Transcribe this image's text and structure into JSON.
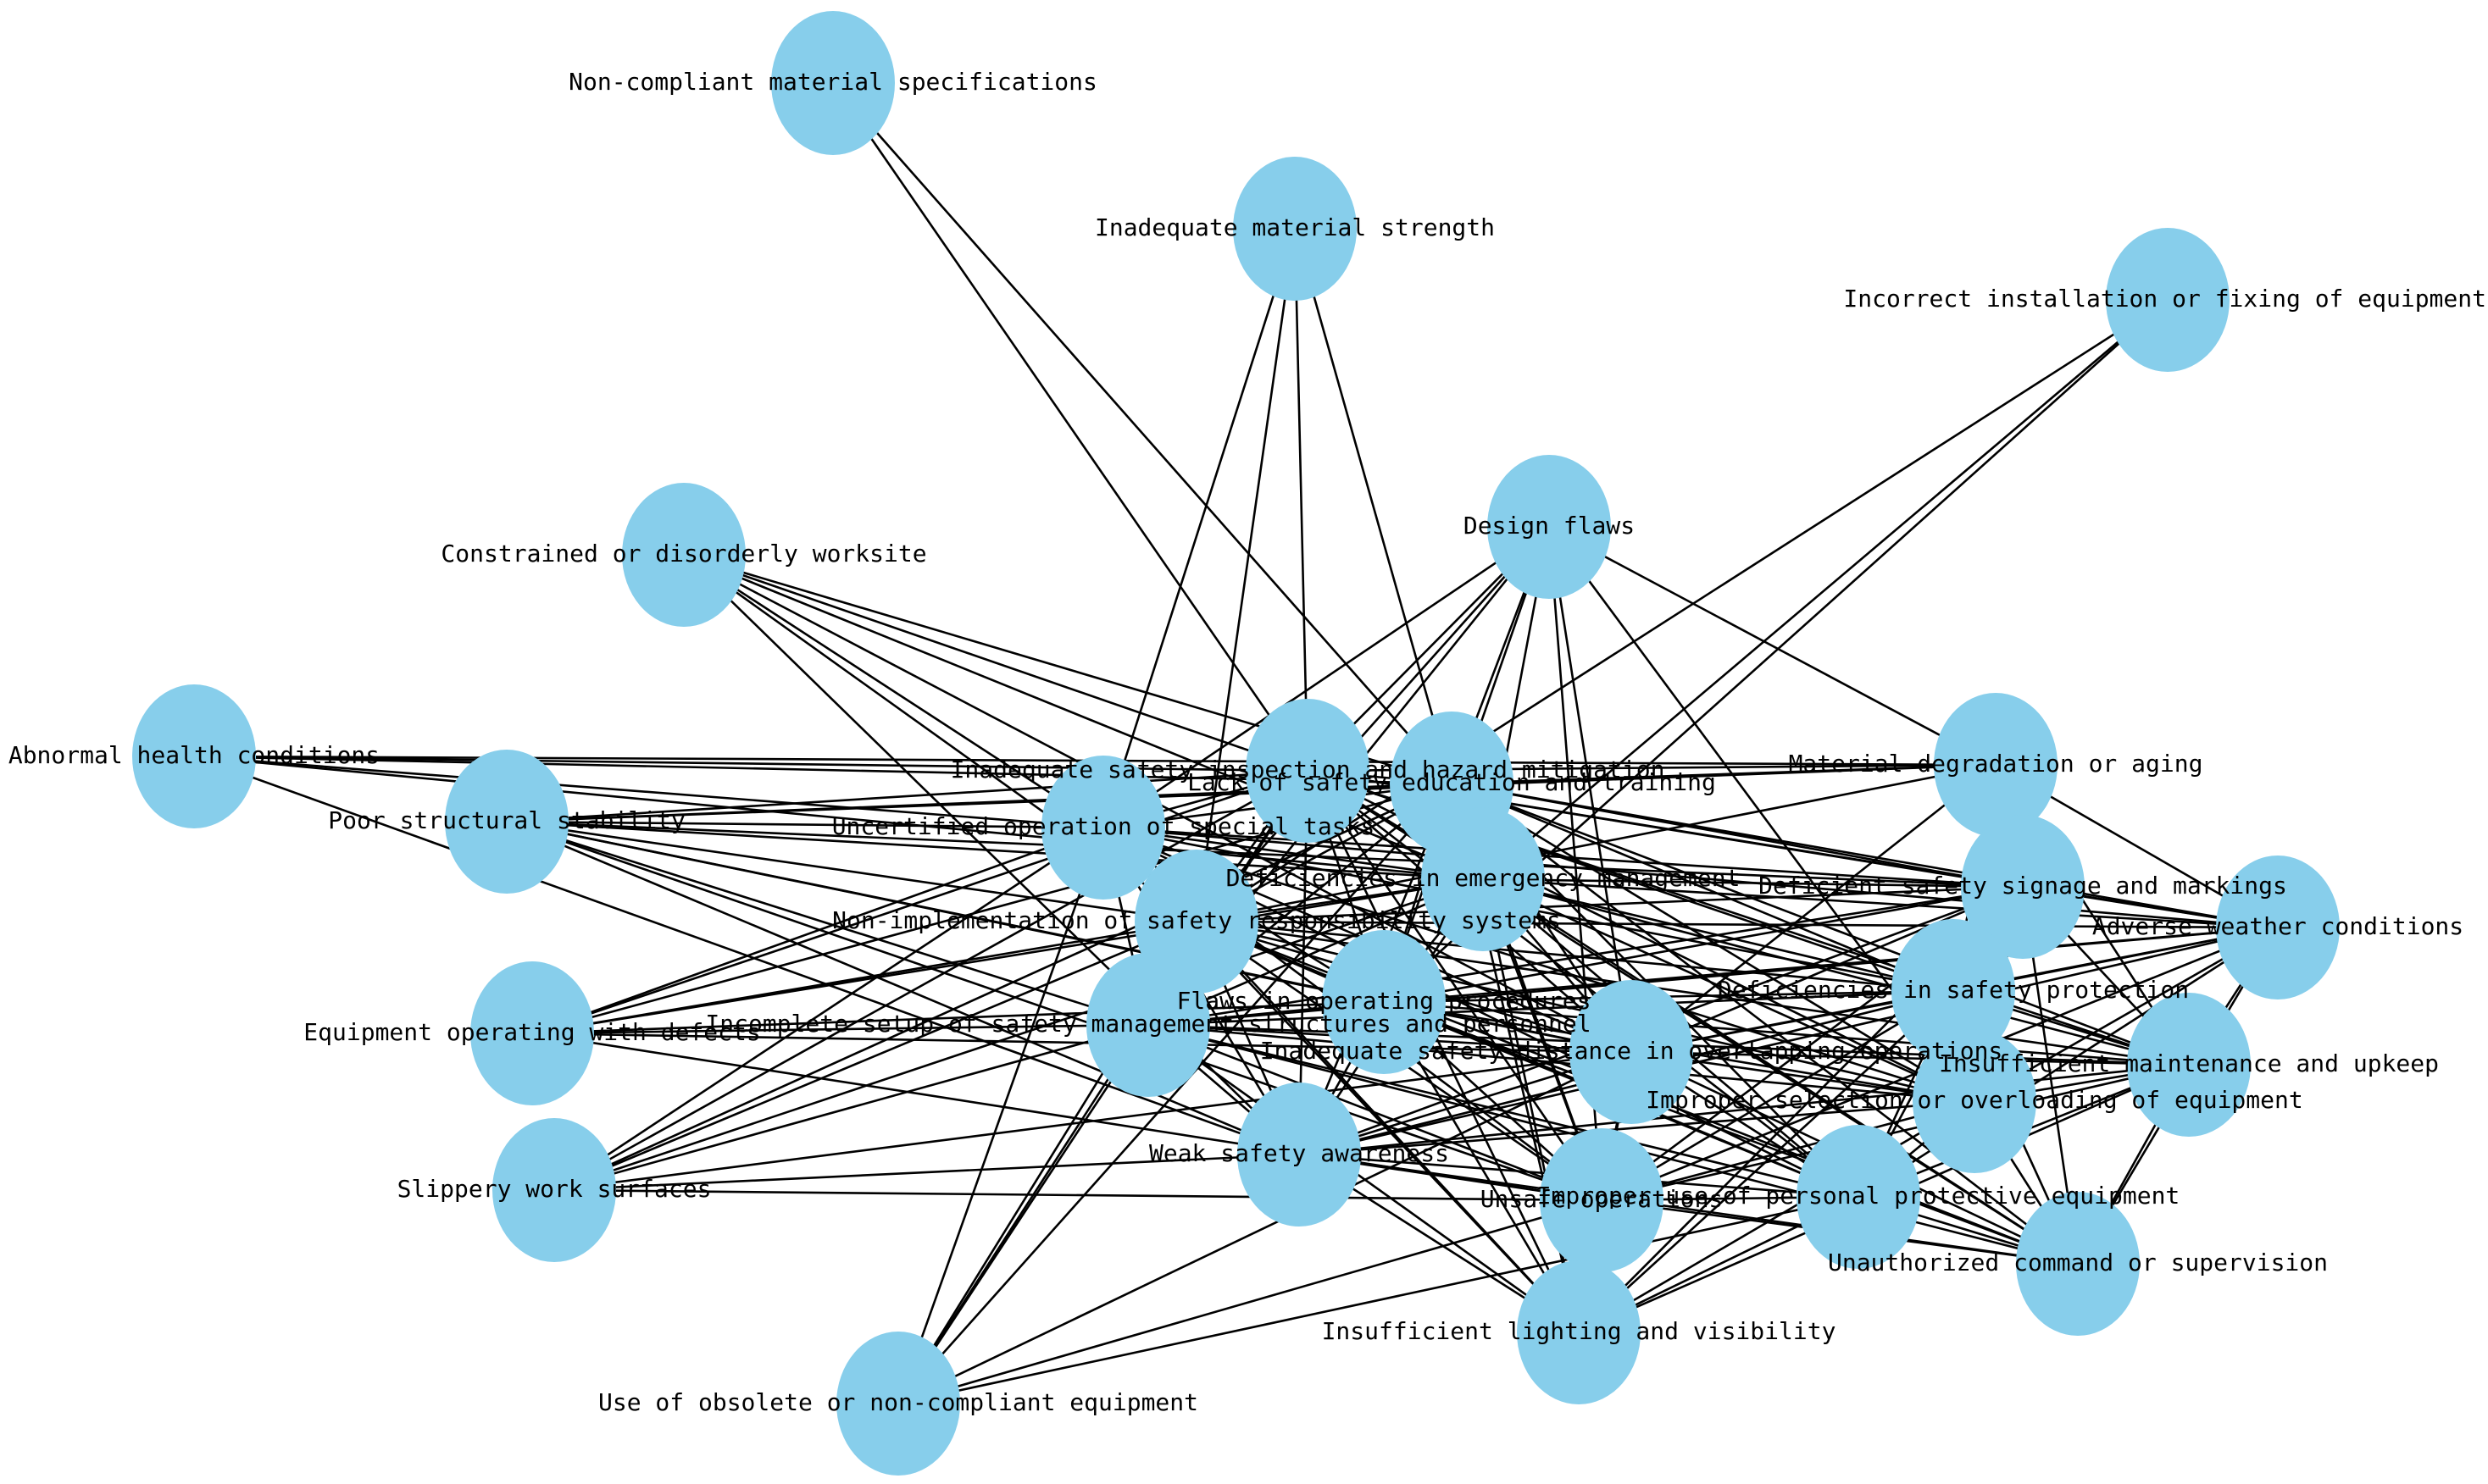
{
  "node_color": "#87ceeb",
  "edge_color": "#000000",
  "nodes": [
    {
      "id": "n1",
      "label": "Non-compliant material specifications"
    },
    {
      "id": "n2",
      "label": "Inadequate material strength"
    },
    {
      "id": "n3",
      "label": "Incorrect installation or fixing of equipment"
    },
    {
      "id": "n4",
      "label": "Design flaws"
    },
    {
      "id": "n5",
      "label": "Constrained or disorderly worksite"
    },
    {
      "id": "n6",
      "label": "Abnormal health conditions"
    },
    {
      "id": "n7",
      "label": "Poor structural stability"
    },
    {
      "id": "n8",
      "label": "Inadequate safety inspection and hazard mitigation"
    },
    {
      "id": "n9",
      "label": "Lack of safety education and training"
    },
    {
      "id": "n10",
      "label": "Material degradation or aging"
    },
    {
      "id": "n11",
      "label": "Uncertified operation of special tasks"
    },
    {
      "id": "n12",
      "label": "Deficiencies in emergency management"
    },
    {
      "id": "n13",
      "label": "Deficient safety signage and markings"
    },
    {
      "id": "n14",
      "label": "Adverse weather conditions"
    },
    {
      "id": "n15",
      "label": "Non-implementation of safety responsibility systems"
    },
    {
      "id": "n16",
      "label": "Flaws in operating procedures"
    },
    {
      "id": "n17",
      "label": "Deficiencies in safety protection"
    },
    {
      "id": "n18",
      "label": "Equipment operating with defects"
    },
    {
      "id": "n19",
      "label": "Incomplete setup of safety management structures and personnel"
    },
    {
      "id": "n20",
      "label": "Inadequate safety distance in overlapping operations"
    },
    {
      "id": "n21",
      "label": "Insufficient maintenance and upkeep"
    },
    {
      "id": "n22",
      "label": "Improper selection or overloading of equipment"
    },
    {
      "id": "n23",
      "label": "Weak safety awareness"
    },
    {
      "id": "n24",
      "label": "Slippery work surfaces"
    },
    {
      "id": "n25",
      "label": "Unsafe operations"
    },
    {
      "id": "n26",
      "label": "Improper use of personal protective equipment"
    },
    {
      "id": "n27",
      "label": "Unauthorized command or supervision"
    },
    {
      "id": "n28",
      "label": "Insufficient lighting and visibility"
    },
    {
      "id": "n29",
      "label": "Use of obsolete or non-compliant equipment"
    }
  ],
  "edges": [
    [
      "n1",
      "n8"
    ],
    [
      "n1",
      "n9"
    ],
    [
      "n2",
      "n8"
    ],
    [
      "n2",
      "n9"
    ],
    [
      "n2",
      "n11"
    ],
    [
      "n2",
      "n15"
    ],
    [
      "n3",
      "n15"
    ],
    [
      "n3",
      "n16"
    ],
    [
      "n3",
      "n12"
    ],
    [
      "n4",
      "n8"
    ],
    [
      "n4",
      "n9"
    ],
    [
      "n4",
      "n11"
    ],
    [
      "n4",
      "n12"
    ],
    [
      "n4",
      "n15"
    ],
    [
      "n4",
      "n16"
    ],
    [
      "n4",
      "n19"
    ],
    [
      "n4",
      "n20"
    ],
    [
      "n4",
      "n25"
    ],
    [
      "n4",
      "n22"
    ],
    [
      "n4",
      "n10"
    ],
    [
      "n5",
      "n8"
    ],
    [
      "n5",
      "n9"
    ],
    [
      "n5",
      "n11"
    ],
    [
      "n5",
      "n12"
    ],
    [
      "n5",
      "n15"
    ],
    [
      "n5",
      "n23"
    ],
    [
      "n5",
      "n20"
    ],
    [
      "n6",
      "n8"
    ],
    [
      "n6",
      "n9"
    ],
    [
      "n6",
      "n11"
    ],
    [
      "n6",
      "n12"
    ],
    [
      "n6",
      "n23"
    ],
    [
      "n6",
      "n10"
    ],
    [
      "n7",
      "n8"
    ],
    [
      "n7",
      "n9"
    ],
    [
      "n7",
      "n11"
    ],
    [
      "n7",
      "n12"
    ],
    [
      "n7",
      "n15"
    ],
    [
      "n7",
      "n16"
    ],
    [
      "n7",
      "n19"
    ],
    [
      "n7",
      "n20"
    ],
    [
      "n7",
      "n23"
    ],
    [
      "n7",
      "n25"
    ],
    [
      "n7",
      "n10"
    ],
    [
      "n7",
      "n13"
    ],
    [
      "n18",
      "n8"
    ],
    [
      "n18",
      "n9"
    ],
    [
      "n18",
      "n11"
    ],
    [
      "n18",
      "n12"
    ],
    [
      "n18",
      "n15"
    ],
    [
      "n18",
      "n16"
    ],
    [
      "n18",
      "n19"
    ],
    [
      "n18",
      "n20"
    ],
    [
      "n18",
      "n25"
    ],
    [
      "n24",
      "n8"
    ],
    [
      "n24",
      "n9"
    ],
    [
      "n24",
      "n11"
    ],
    [
      "n24",
      "n12"
    ],
    [
      "n24",
      "n15"
    ],
    [
      "n24",
      "n19"
    ],
    [
      "n24",
      "n20"
    ],
    [
      "n24",
      "n25"
    ],
    [
      "n24",
      "n23"
    ],
    [
      "n29",
      "n8"
    ],
    [
      "n29",
      "n9"
    ],
    [
      "n29",
      "n11"
    ],
    [
      "n29",
      "n15"
    ],
    [
      "n29",
      "n19"
    ],
    [
      "n29",
      "n20"
    ],
    [
      "n29",
      "n25"
    ],
    [
      "n29",
      "n26"
    ],
    [
      "n8",
      "n9"
    ],
    [
      "n8",
      "n11"
    ],
    [
      "n8",
      "n12"
    ],
    [
      "n8",
      "n15"
    ],
    [
      "n8",
      "n16"
    ],
    [
      "n8",
      "n19"
    ],
    [
      "n8",
      "n20"
    ],
    [
      "n8",
      "n23"
    ],
    [
      "n8",
      "n25"
    ],
    [
      "n8",
      "n26"
    ],
    [
      "n8",
      "n28"
    ],
    [
      "n8",
      "n10"
    ],
    [
      "n8",
      "n13"
    ],
    [
      "n8",
      "n14"
    ],
    [
      "n8",
      "n17"
    ],
    [
      "n8",
      "n21"
    ],
    [
      "n8",
      "n22"
    ],
    [
      "n8",
      "n27"
    ],
    [
      "n9",
      "n11"
    ],
    [
      "n9",
      "n12"
    ],
    [
      "n9",
      "n15"
    ],
    [
      "n9",
      "n16"
    ],
    [
      "n9",
      "n19"
    ],
    [
      "n9",
      "n20"
    ],
    [
      "n9",
      "n23"
    ],
    [
      "n9",
      "n25"
    ],
    [
      "n9",
      "n26"
    ],
    [
      "n9",
      "n28"
    ],
    [
      "n9",
      "n10"
    ],
    [
      "n9",
      "n13"
    ],
    [
      "n9",
      "n14"
    ],
    [
      "n9",
      "n17"
    ],
    [
      "n9",
      "n21"
    ],
    [
      "n9",
      "n22"
    ],
    [
      "n9",
      "n27"
    ],
    [
      "n11",
      "n12"
    ],
    [
      "n11",
      "n15"
    ],
    [
      "n11",
      "n16"
    ],
    [
      "n11",
      "n19"
    ],
    [
      "n11",
      "n20"
    ],
    [
      "n11",
      "n23"
    ],
    [
      "n11",
      "n25"
    ],
    [
      "n11",
      "n26"
    ],
    [
      "n11",
      "n28"
    ],
    [
      "n11",
      "n13"
    ],
    [
      "n11",
      "n17"
    ],
    [
      "n11",
      "n22"
    ],
    [
      "n11",
      "n14"
    ],
    [
      "n12",
      "n15"
    ],
    [
      "n12",
      "n16"
    ],
    [
      "n12",
      "n19"
    ],
    [
      "n12",
      "n20"
    ],
    [
      "n12",
      "n23"
    ],
    [
      "n12",
      "n25"
    ],
    [
      "n12",
      "n26"
    ],
    [
      "n12",
      "n28"
    ],
    [
      "n12",
      "n13"
    ],
    [
      "n12",
      "n14"
    ],
    [
      "n12",
      "n17"
    ],
    [
      "n12",
      "n21"
    ],
    [
      "n12",
      "n22"
    ],
    [
      "n12",
      "n27"
    ],
    [
      "n15",
      "n16"
    ],
    [
      "n15",
      "n19"
    ],
    [
      "n15",
      "n20"
    ],
    [
      "n15",
      "n23"
    ],
    [
      "n15",
      "n25"
    ],
    [
      "n15",
      "n26"
    ],
    [
      "n15",
      "n28"
    ],
    [
      "n15",
      "n13"
    ],
    [
      "n15",
      "n14"
    ],
    [
      "n15",
      "n17"
    ],
    [
      "n15",
      "n21"
    ],
    [
      "n15",
      "n22"
    ],
    [
      "n15",
      "n27"
    ],
    [
      "n15",
      "n10"
    ],
    [
      "n16",
      "n19"
    ],
    [
      "n16",
      "n20"
    ],
    [
      "n16",
      "n23"
    ],
    [
      "n16",
      "n25"
    ],
    [
      "n16",
      "n26"
    ],
    [
      "n16",
      "n28"
    ],
    [
      "n16",
      "n13"
    ],
    [
      "n16",
      "n17"
    ],
    [
      "n16",
      "n21"
    ],
    [
      "n16",
      "n22"
    ],
    [
      "n16",
      "n27"
    ],
    [
      "n16",
      "n14"
    ],
    [
      "n19",
      "n20"
    ],
    [
      "n19",
      "n23"
    ],
    [
      "n19",
      "n25"
    ],
    [
      "n19",
      "n26"
    ],
    [
      "n19",
      "n28"
    ],
    [
      "n19",
      "n13"
    ],
    [
      "n19",
      "n14"
    ],
    [
      "n19",
      "n17"
    ],
    [
      "n19",
      "n21"
    ],
    [
      "n19",
      "n22"
    ],
    [
      "n19",
      "n27"
    ],
    [
      "n20",
      "n23"
    ],
    [
      "n20",
      "n25"
    ],
    [
      "n20",
      "n26"
    ],
    [
      "n20",
      "n28"
    ],
    [
      "n20",
      "n13"
    ],
    [
      "n20",
      "n14"
    ],
    [
      "n20",
      "n17"
    ],
    [
      "n20",
      "n21"
    ],
    [
      "n20",
      "n22"
    ],
    [
      "n20",
      "n27"
    ],
    [
      "n20",
      "n10"
    ],
    [
      "n23",
      "n25"
    ],
    [
      "n23",
      "n26"
    ],
    [
      "n23",
      "n28"
    ],
    [
      "n23",
      "n13"
    ],
    [
      "n23",
      "n17"
    ],
    [
      "n23",
      "n21"
    ],
    [
      "n23",
      "n22"
    ],
    [
      "n23",
      "n27"
    ],
    [
      "n23",
      "n14"
    ],
    [
      "n25",
      "n26"
    ],
    [
      "n25",
      "n28"
    ],
    [
      "n25",
      "n13"
    ],
    [
      "n25",
      "n17"
    ],
    [
      "n25",
      "n21"
    ],
    [
      "n25",
      "n22"
    ],
    [
      "n25",
      "n27"
    ],
    [
      "n25",
      "n14"
    ],
    [
      "n26",
      "n28"
    ],
    [
      "n26",
      "n17"
    ],
    [
      "n26",
      "n21"
    ],
    [
      "n26",
      "n22"
    ],
    [
      "n26",
      "n27"
    ],
    [
      "n26",
      "n13"
    ],
    [
      "n26",
      "n14"
    ],
    [
      "n28",
      "n17"
    ],
    [
      "n28",
      "n21"
    ],
    [
      "n28",
      "n22"
    ],
    [
      "n28",
      "n13"
    ],
    [
      "n10",
      "n13"
    ],
    [
      "n10",
      "n17"
    ],
    [
      "n10",
      "n21"
    ],
    [
      "n10",
      "n14"
    ],
    [
      "n13",
      "n14"
    ],
    [
      "n13",
      "n17"
    ],
    [
      "n13",
      "n21"
    ],
    [
      "n13",
      "n22"
    ],
    [
      "n13",
      "n27"
    ],
    [
      "n14",
      "n17"
    ],
    [
      "n14",
      "n21"
    ],
    [
      "n14",
      "n22"
    ],
    [
      "n14",
      "n27"
    ],
    [
      "n17",
      "n21"
    ],
    [
      "n17",
      "n22"
    ],
    [
      "n17",
      "n27"
    ],
    [
      "n21",
      "n22"
    ],
    [
      "n21",
      "n27"
    ],
    [
      "n22",
      "n27"
    ]
  ]
}
